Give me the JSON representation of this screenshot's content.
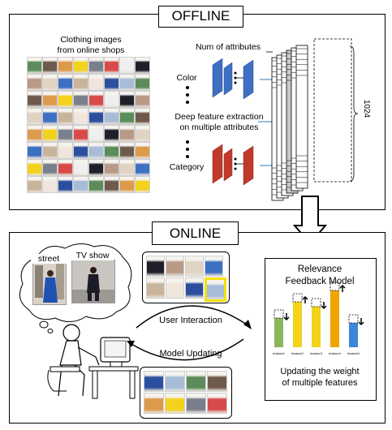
{
  "offline": {
    "title": "OFFLINE",
    "images_caption_line1": "Clothing images",
    "images_caption_line2": "from online shops",
    "num_attributes": "Num of attributes",
    "color": "Color",
    "deep_feature_line1": "Deep feature extraction",
    "deep_feature_line2": "on multiple attributes",
    "category": "Category",
    "dimension": "1024"
  },
  "online": {
    "title": "ONLINE",
    "street": "street",
    "tv_show": "TV show",
    "user_interaction": "User Interaction",
    "model_updating": "Model Updating",
    "relevance_line1": "Relevance",
    "relevance_line2": "Feedback Model",
    "updating_line1": "Updating the weight",
    "updating_line2": "of multiple features",
    "feature_labels": [
      "feature1",
      "feature2",
      "feature3",
      "feature4",
      "feature5"
    ]
  },
  "colors": {
    "color_network": "#3d6fc2",
    "category_network": "#c0392b",
    "feature_bars": [
      "#8cb65b",
      "#f2d21b",
      "#f2d21b",
      "#f0a400",
      "#3d86d6"
    ],
    "highlight": "#f2e20d"
  }
}
